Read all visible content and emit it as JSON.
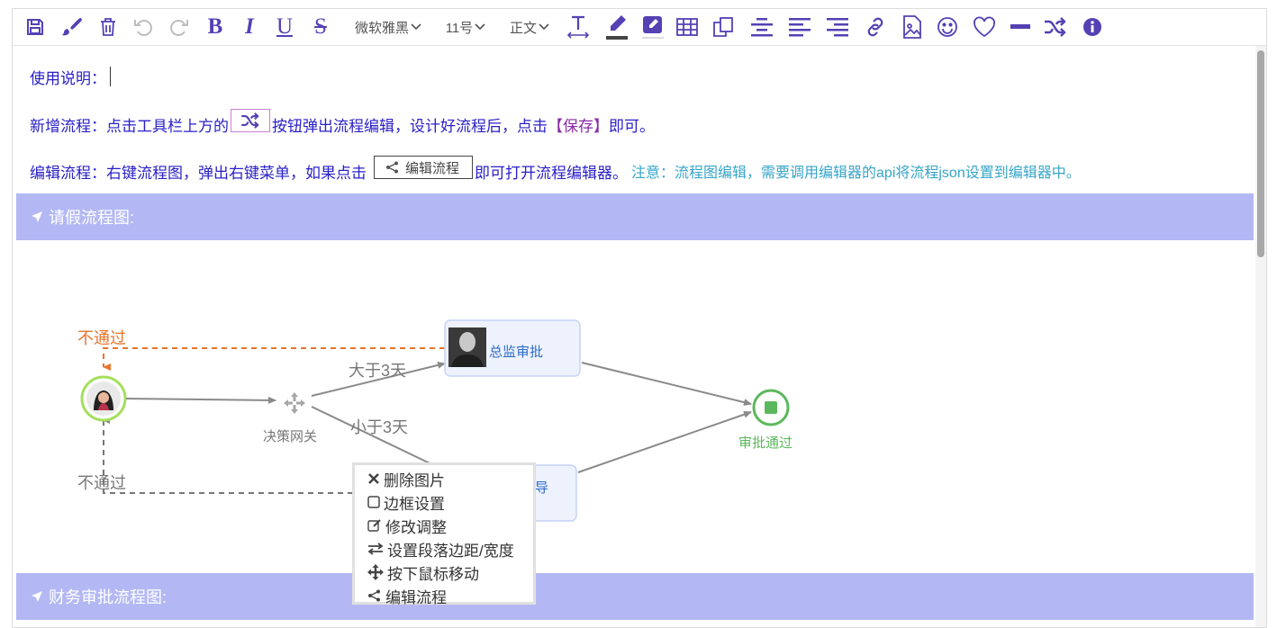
{
  "toolbar": {
    "font_family": "微软雅黑",
    "font_size": "11号",
    "paragraph_style": "正文",
    "bold_label": "B",
    "italic_label": "I",
    "underline_label": "U",
    "strike_label": "S",
    "icons": [
      "save-icon",
      "paint-brush-icon",
      "trash-icon",
      "undo-icon",
      "redo-icon",
      "bold-icon",
      "italic-icon",
      "underline-icon",
      "strikethrough-icon",
      "font-family-dropdown",
      "font-size-dropdown",
      "paragraph-dropdown",
      "text-height-icon",
      "pencil-color-icon",
      "highlight-icon",
      "table-icon",
      "copy-icon",
      "align-center-icon",
      "align-left-icon",
      "align-right-icon",
      "link-icon",
      "image-icon",
      "smile-icon",
      "heart-icon",
      "horizontal-line-icon",
      "shuffle-flow-icon",
      "info-icon"
    ]
  },
  "content": {
    "usage_label": "使用说明：",
    "line2_before": "新增流程：点击工具栏上方的",
    "line2_after": "按钮弹出流程编辑，设计好流程后，点击",
    "line2_save": "【保存】",
    "line2_end": "即可。",
    "line3_before": "编辑流程：右键流程图，弹出右键菜单，如果点击",
    "line3_button": "编辑流程",
    "line3_after": "即可打开流程编辑器。",
    "line3_note": "注意：流程图编辑，需要调用编辑器的api将流程json设置到编辑器中。",
    "section1_title": "请假流程图:",
    "section2_title": "财务审批流程图:"
  },
  "flow": {
    "reject_top": "不通过",
    "reject_bottom": "不通过",
    "gateway_label": "决策网关",
    "greater_label": "大于3天",
    "less_label": "小于3天",
    "director_label": "总监审批",
    "leader_label_partial": "导",
    "end_label": "审批通过"
  },
  "context_menu": {
    "items": [
      {
        "label": "删除图片",
        "icon": "close-icon"
      },
      {
        "label": "边框设置",
        "icon": "square-icon"
      },
      {
        "label": "修改调整",
        "icon": "edit-icon"
      },
      {
        "label": "设置段落边距/宽度",
        "icon": "exchange-icon"
      },
      {
        "label": "按下鼠标移动",
        "icon": "move-icon"
      },
      {
        "label": "编辑流程",
        "icon": "share-nodes-icon"
      }
    ]
  },
  "colors": {
    "accent": "#5540b4",
    "text_blue": "#2a20c8",
    "note_cyan": "#37a5c8",
    "section_bar": "#b3b8f4",
    "reject_orange": "#e8742a",
    "end_green": "#5cb85c",
    "node_label_blue": "#2d6bc9"
  }
}
